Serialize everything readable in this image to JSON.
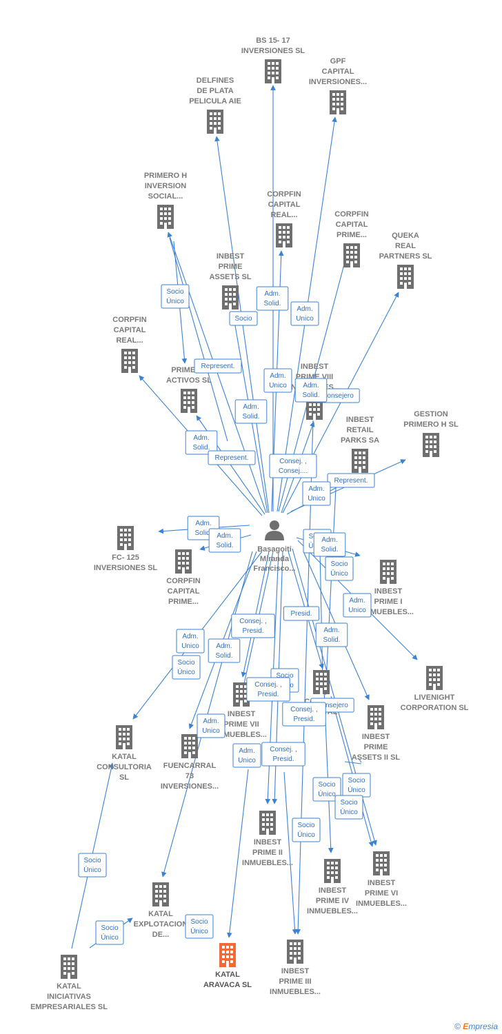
{
  "colors": {
    "edge": "#3b82d6",
    "building": "#6f6f6f",
    "focus_building": "#f26a35",
    "person": "#6f6f6f"
  },
  "person": {
    "name_lines": [
      "Basagoiti",
      "Miranda",
      "Francisco..."
    ]
  },
  "companies": [
    {
      "id": "bs15",
      "lines": [
        "BS 15- 17",
        "INVERSIONES SL"
      ]
    },
    {
      "id": "gpf",
      "lines": [
        "GPF",
        "CAPITAL",
        "INVERSIONES..."
      ]
    },
    {
      "id": "delfines",
      "lines": [
        "DELFINES",
        "DE PLATA",
        "PELICULA AIE"
      ]
    },
    {
      "id": "primeroh_inv",
      "lines": [
        "PRIMERO H",
        "INVERSION",
        "SOCIAL..."
      ]
    },
    {
      "id": "corpfin_real1",
      "lines": [
        "CORPFIN",
        "CAPITAL",
        "REAL..."
      ]
    },
    {
      "id": "corpfin_prime1",
      "lines": [
        "CORPFIN",
        "CAPITAL",
        "PRIME..."
      ]
    },
    {
      "id": "queka",
      "lines": [
        "QUEKA",
        "REAL",
        "PARTNERS  SL"
      ]
    },
    {
      "id": "inbest_assets",
      "lines": [
        "INBEST",
        "PRIME",
        "ASSETS  SL"
      ]
    },
    {
      "id": "corpfin_real2",
      "lines": [
        "CORPFIN",
        "CAPITAL",
        "REAL..."
      ]
    },
    {
      "id": "primero_activos",
      "lines": [
        "PRIMERO",
        "ACTIVOS  SL"
      ]
    },
    {
      "id": "inbest_viii",
      "lines": [
        "INBEST",
        "PRIME VIII",
        "INMUEBLES..."
      ]
    },
    {
      "id": "gestion_primero",
      "lines": [
        "GESTION",
        "PRIMERO H  SL"
      ]
    },
    {
      "id": "inbest_retail",
      "lines": [
        "INBEST",
        "RETAIL",
        "PARKS SA"
      ]
    },
    {
      "id": "fc125",
      "lines": [
        "FC- 125",
        "INVERSIONES SL"
      ]
    },
    {
      "id": "corpfin_prime2",
      "lines": [
        "CORPFIN",
        "CAPITAL",
        "PRIME..."
      ]
    },
    {
      "id": "inbest_i",
      "lines": [
        "INBEST",
        "PRIME I",
        "INMUEBLES..."
      ]
    },
    {
      "id": "livenight",
      "lines": [
        "LIVENIGHT",
        "CORPORATION SL"
      ]
    },
    {
      "id": "inbest_vii",
      "lines": [
        "INBEST",
        "PRIME VII",
        "INMUEBLES..."
      ]
    },
    {
      "id": "corpfin_center",
      "lines": [
        "CORPFIN",
        "CAPITAL",
        "..."
      ]
    },
    {
      "id": "inbest_assets2",
      "lines": [
        "INBEST",
        "PRIME",
        "ASSETS II  SL"
      ]
    },
    {
      "id": "katal_consultoria",
      "lines": [
        "KATAL",
        "CONSULTORIA",
        "SL"
      ]
    },
    {
      "id": "fuencarral",
      "lines": [
        "FUENCARRAL",
        "73",
        "INVERSIONES..."
      ]
    },
    {
      "id": "inbest_ii",
      "lines": [
        "INBEST",
        "PRIME II",
        "INMUEBLES..."
      ]
    },
    {
      "id": "inbest_vi",
      "lines": [
        "INBEST",
        "PRIME VI",
        "INMUEBLES..."
      ]
    },
    {
      "id": "inbest_iv",
      "lines": [
        "INBEST",
        "PRIME IV",
        "INMUEBLES..."
      ]
    },
    {
      "id": "katal_explotacion",
      "lines": [
        "KATAL",
        "EXPLOTACION",
        "DE..."
      ]
    },
    {
      "id": "katal_aravaca",
      "lines": [
        "KATAL",
        "ARAVACA  SL"
      ],
      "focus": true
    },
    {
      "id": "inbest_iii",
      "lines": [
        "INBEST",
        "PRIME III",
        "INMUEBLES..."
      ]
    },
    {
      "id": "katal_iniciativas",
      "lines": [
        "KATAL",
        "INICIATIVAS",
        "EMPRESARIALES SL"
      ]
    }
  ],
  "relations": [
    [
      "Socio",
      "Único"
    ],
    [
      "Adm.",
      "Solid."
    ],
    [
      "Adm.",
      "Unico"
    ],
    [
      "Socio"
    ],
    [
      "Represent."
    ],
    [
      "Adm.",
      "Unico"
    ],
    [
      "Adm.",
      "Solid."
    ],
    [
      "Consejero"
    ],
    [
      "Adm.",
      "Solid."
    ],
    [
      "Adm.",
      "Solid."
    ],
    [
      "Represent."
    ],
    [
      "Consej. ,",
      "Consej...."
    ],
    [
      "Represent."
    ],
    [
      "Adm.",
      "Unico"
    ],
    [
      "Adm.",
      "Solid."
    ],
    [
      "Adm.",
      "Solid."
    ],
    [
      "Socio",
      "Único"
    ],
    [
      "Adm.",
      "Solid."
    ],
    [
      "Socio",
      "Único"
    ],
    [
      "Adm.",
      "Unico"
    ],
    [
      "Presid."
    ],
    [
      "Consej. ,",
      "Presid."
    ],
    [
      "Adm.",
      "Unico"
    ],
    [
      "Adm.",
      "Solid."
    ],
    [
      "Socio",
      "Único"
    ],
    [
      "Adm.",
      "Solid."
    ],
    [
      "Socio",
      "Único"
    ],
    [
      "Consej. ,",
      "Presid."
    ],
    [
      "Consejero"
    ],
    [
      "Consej. ,",
      "Presid."
    ],
    [
      "Adm.",
      "Unico"
    ],
    [
      "Adm.",
      "Unico"
    ],
    [
      "Consej. ,",
      "Presid."
    ],
    [
      "Socio",
      "Único"
    ],
    [
      "Socio",
      "Único"
    ],
    [
      "Socio",
      "Único"
    ],
    [
      "Socio",
      "Único"
    ],
    [
      "Socio",
      "Único"
    ],
    [
      "Socio",
      "Único"
    ],
    [
      "Socio",
      "Único"
    ]
  ],
  "brand": {
    "copyright": "©",
    "name_first": "E",
    "name_rest": "mpresia"
  }
}
